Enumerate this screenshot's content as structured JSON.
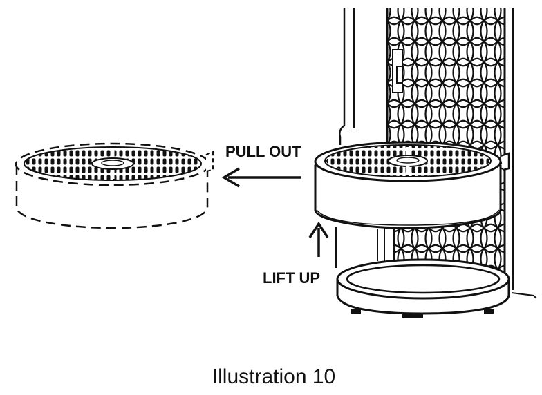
{
  "labels": {
    "pull_out": "PULL OUT",
    "lift_up": "LIFT UP"
  },
  "caption": "Illustration 10",
  "icons": [
    "arrow-left-icon",
    "arrow-up-icon"
  ],
  "colors": {
    "line": "#111111",
    "background": "#ffffff"
  }
}
